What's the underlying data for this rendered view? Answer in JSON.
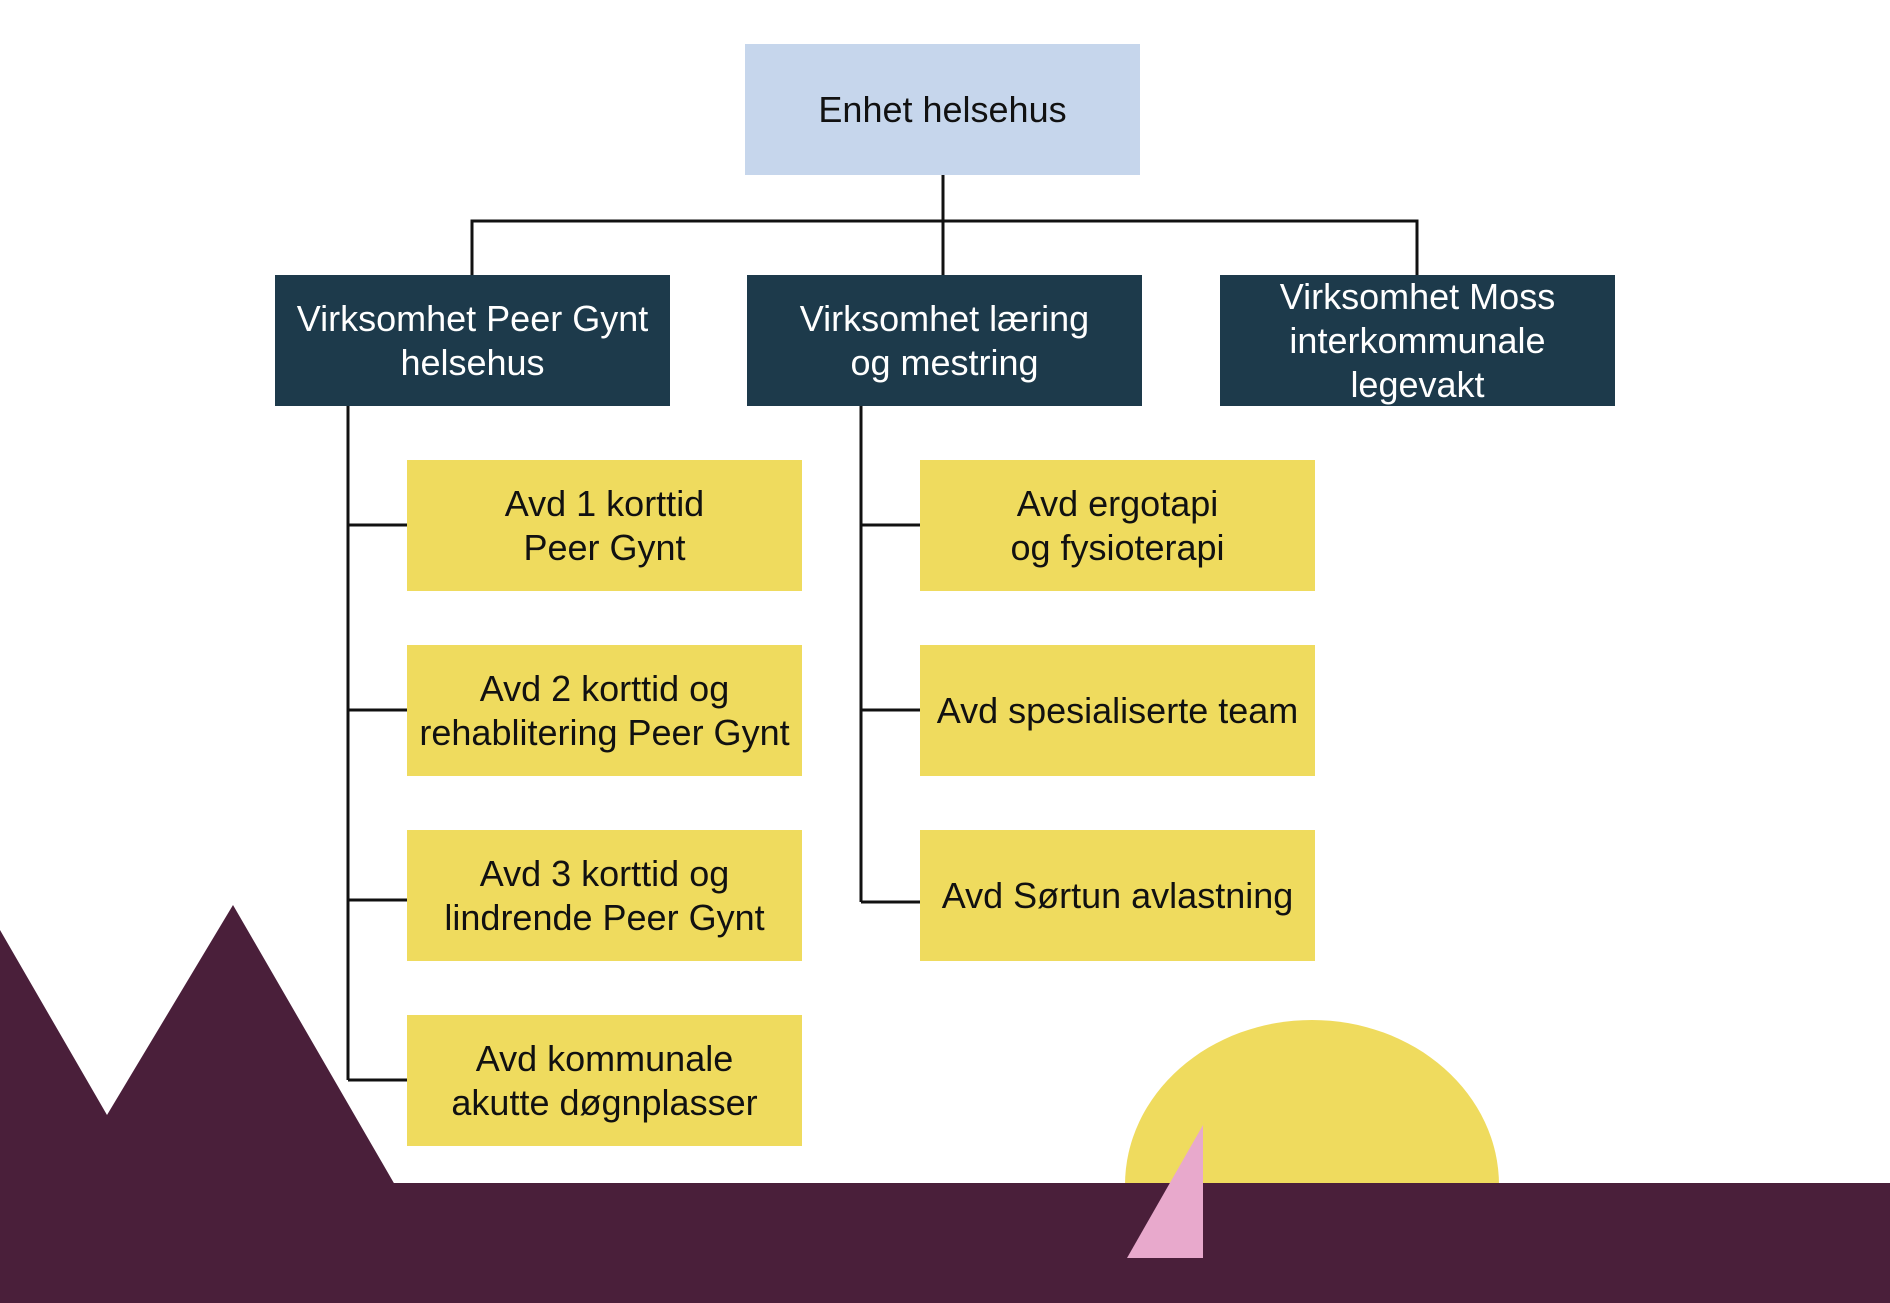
{
  "colors": {
    "top_box": "#c6d6ec",
    "mid_box": "#1d3a4b",
    "leaf_box": "#efdb5e",
    "connector": "#111111",
    "ground": "#4a1f3a",
    "sun": "#efdb5e",
    "sail": "#e8a9cc"
  },
  "chart": {
    "root": {
      "label": "Enhet helsehus"
    },
    "divisions": [
      {
        "label": "Virksomhet Peer Gynt\nhelsehus",
        "departments": [
          {
            "label": "Avd 1 korttid\nPeer Gynt"
          },
          {
            "label": "Avd 2 korttid og\nrehablitering Peer Gynt"
          },
          {
            "label": "Avd 3 korttid og\nlindrende Peer Gynt"
          },
          {
            "label": "Avd kommunale\nakutte døgnplasser"
          }
        ]
      },
      {
        "label": "Virksomhet læring\nog mestring",
        "departments": [
          {
            "label": "Avd ergotapi\nog fysioterapi"
          },
          {
            "label": "Avd spesialiserte team"
          },
          {
            "label": "Avd Sørtun avlastning"
          }
        ]
      },
      {
        "label": "Virksomhet Moss\ninterkommunale\nlegevakt",
        "departments": []
      }
    ]
  }
}
